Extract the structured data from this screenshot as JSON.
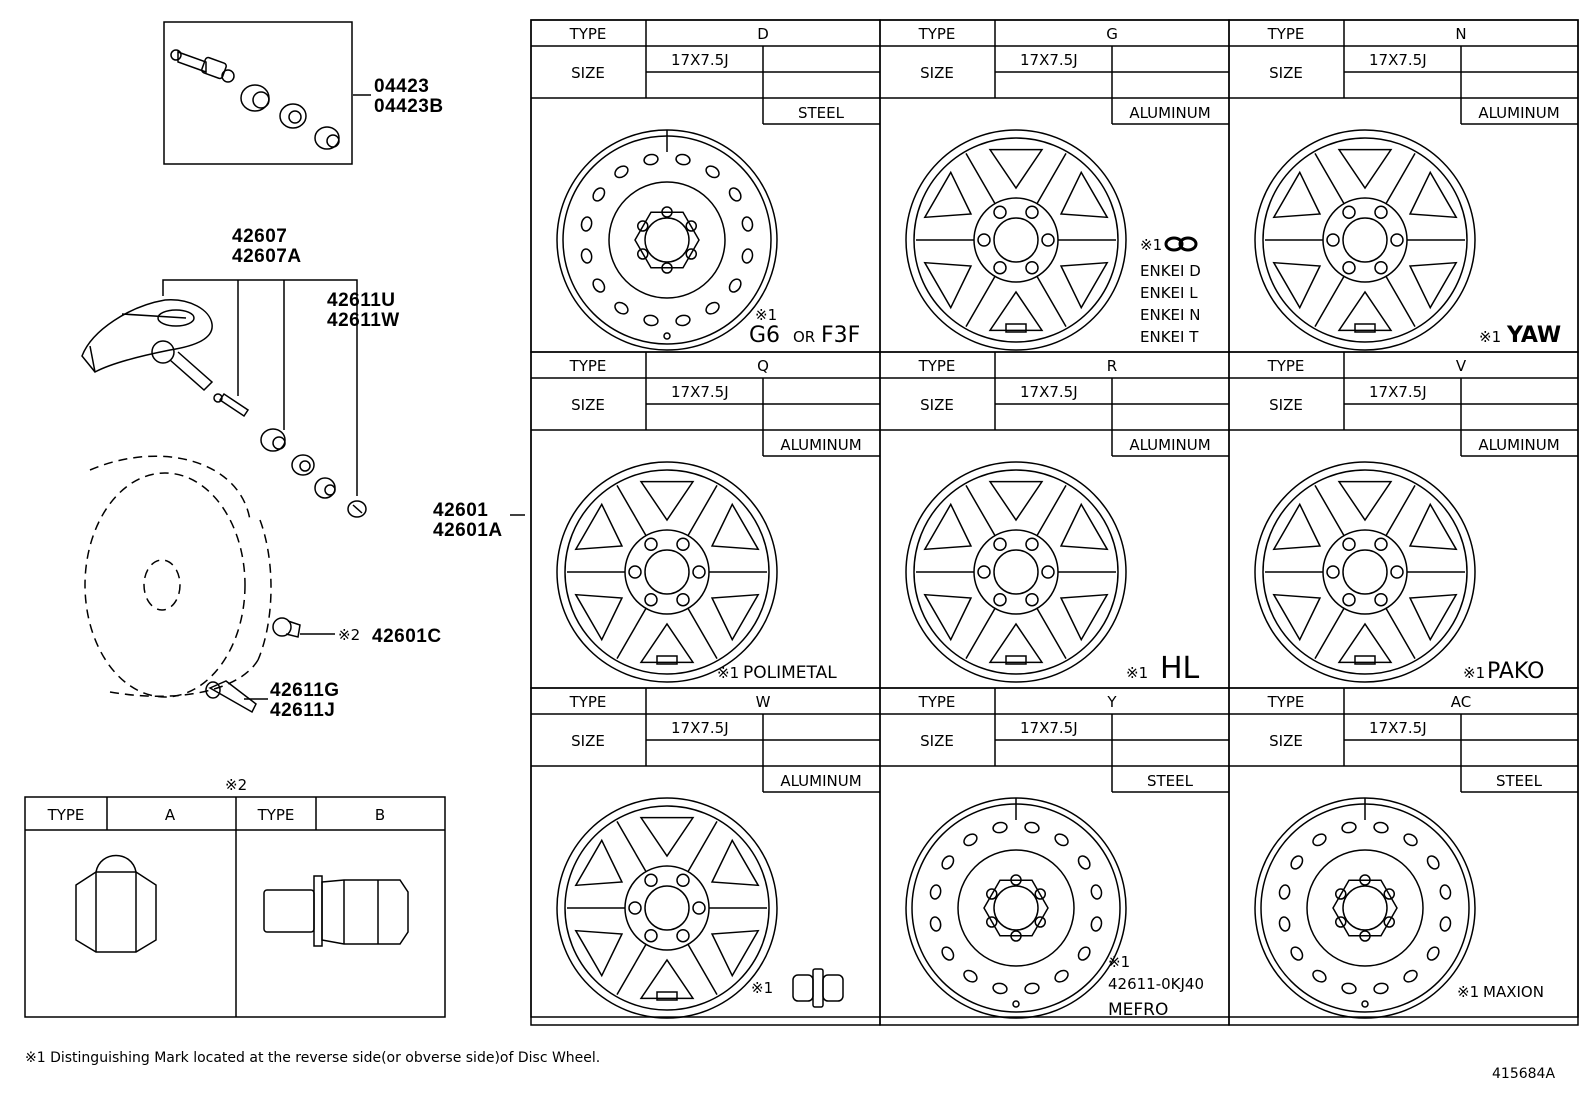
{
  "callouts": {
    "p04423": "04423",
    "p04423b": "04423B",
    "p42607": "42607",
    "p42607a": "42607A",
    "p42611u": "42611U",
    "p42611w": "42611W",
    "p42601": "42601",
    "p42601a": "42601A",
    "p42601c": "42601C",
    "p42601c_mark": "※2",
    "p42611g": "42611G",
    "p42611j": "42611J"
  },
  "labels": {
    "type": "TYPE",
    "size": "SIZE"
  },
  "wheels": [
    {
      "type": "D",
      "size": "17X7.5J",
      "material": "STEEL",
      "style": "steel",
      "mark_ref": "※1",
      "mark": "G6",
      "mark_or": "OR",
      "mark2": "F3F"
    },
    {
      "type": "G",
      "size": "17X7.5J",
      "material": "ALUMINUM",
      "style": "alloy",
      "mark_ref": "※1",
      "mark": "",
      "enkei": [
        "ENKEI D",
        "ENKEI L",
        "ENKEI N",
        "ENKEI T"
      ]
    },
    {
      "type": "N",
      "size": "17X7.5J",
      "material": "ALUMINUM",
      "style": "alloy",
      "mark_ref": "※1",
      "mark": "YAW"
    },
    {
      "type": "Q",
      "size": "17X7.5J",
      "material": "ALUMINUM",
      "style": "alloy",
      "mark_ref": "※1",
      "mark": "POLIMETAL"
    },
    {
      "type": "R",
      "size": "17X7.5J",
      "material": "ALUMINUM",
      "style": "alloy",
      "mark_ref": "※1",
      "mark": "HL"
    },
    {
      "type": "V",
      "size": "17X7.5J",
      "material": "ALUMINUM",
      "style": "alloy",
      "mark_ref": "※1",
      "mark": "PAKO"
    },
    {
      "type": "W",
      "size": "17X7.5J",
      "material": "ALUMINUM",
      "style": "alloy",
      "mark_ref": "※1",
      "mark": ""
    },
    {
      "type": "Y",
      "size": "17X7.5J",
      "material": "STEEL",
      "style": "steel",
      "mark_ref": "※1",
      "mark": "42611-0KJ40",
      "mark2": "MEFRO"
    },
    {
      "type": "AC",
      "size": "17X7.5J",
      "material": "STEEL",
      "style": "steel",
      "mark_ref": "※1",
      "mark": "MAXION"
    }
  ],
  "nut_table": {
    "title": "※2",
    "type_label": "TYPE",
    "col_a": "A",
    "col_b": "B"
  },
  "footnote": "※1 Distinguishing Mark located at the reverse side(or obverse side)of Disc Wheel.",
  "diagram_id": "415684A"
}
